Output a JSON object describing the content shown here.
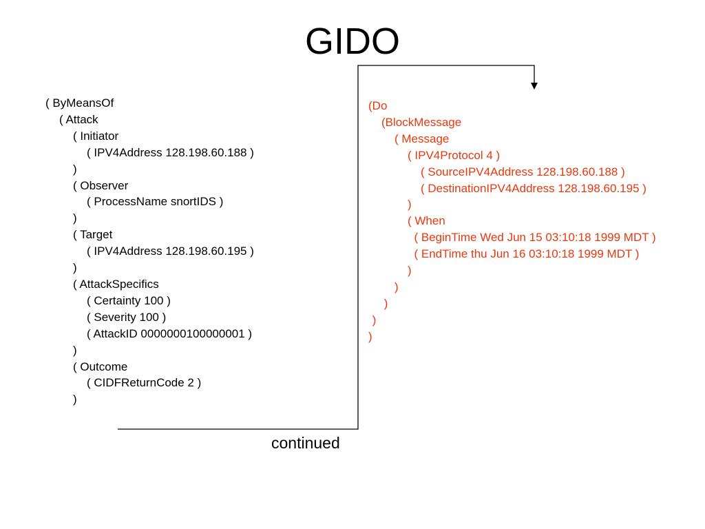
{
  "slide": {
    "title": "GIDO",
    "caption": "continued"
  },
  "left_code": [
    {
      "indent": 0,
      "text": "( ByMeansOf"
    },
    {
      "indent": 1,
      "text": "( Attack"
    },
    {
      "indent": 2,
      "text": "( Initiator"
    },
    {
      "indent": 3,
      "text": "( IPV4Address 128.198.60.188 )"
    },
    {
      "indent": 2,
      "text": ")"
    },
    {
      "indent": 2,
      "text": "( Observer"
    },
    {
      "indent": 3,
      "text": "( ProcessName snortIDS )"
    },
    {
      "indent": 2,
      "text": ")"
    },
    {
      "indent": 2,
      "text": "( Target"
    },
    {
      "indent": 3,
      "text": "( IPV4Address 128.198.60.195 )"
    },
    {
      "indent": 2,
      "text": ")"
    },
    {
      "indent": 2,
      "text": "( AttackSpecifics"
    },
    {
      "indent": 3,
      "text": "( Certainty 100 )"
    },
    {
      "indent": 3,
      "text": "( Severity 100 )"
    },
    {
      "indent": 3,
      "text": "( AttackID 0000000100000001 )"
    },
    {
      "indent": 2,
      "text": ")"
    },
    {
      "indent": 2,
      "text": "( Outcome"
    },
    {
      "indent": 3,
      "text": "( CIDFReturnCode 2 )"
    },
    {
      "indent": 2,
      "text": ")"
    }
  ],
  "right_code": [
    {
      "indent": 0,
      "text": "(Do"
    },
    {
      "indent": 1,
      "text": "(BlockMessage"
    },
    {
      "indent": 2,
      "text": "( Message"
    },
    {
      "indent": 3,
      "text": "( IPV4Protocol 4 )"
    },
    {
      "indent": 4,
      "text": "( SourceIPV4Address 128.198.60.188 )"
    },
    {
      "indent": 4,
      "text": "( DestinationIPV4Address 128.198.60.195 )"
    },
    {
      "indent": 3,
      "text": ")"
    },
    {
      "indent": 3,
      "text": "( When"
    },
    {
      "indent": 3.5,
      "text": "( BeginTime Wed Jun 15 03:10:18 1999 MDT )"
    },
    {
      "indent": 3.5,
      "text": "( EndTime thu Jun 16 03:10:18 1999 MDT )"
    },
    {
      "indent": 3,
      "text": ")"
    },
    {
      "indent": 2,
      "text": ")"
    },
    {
      "indent": 1.2,
      "text": ")"
    },
    {
      "indent": 0.3,
      "text": ")"
    },
    {
      "indent": 0,
      "text": ")"
    }
  ],
  "colors": {
    "left_text": "#000000",
    "right_text": "#e8380d",
    "connector": "#000000"
  }
}
